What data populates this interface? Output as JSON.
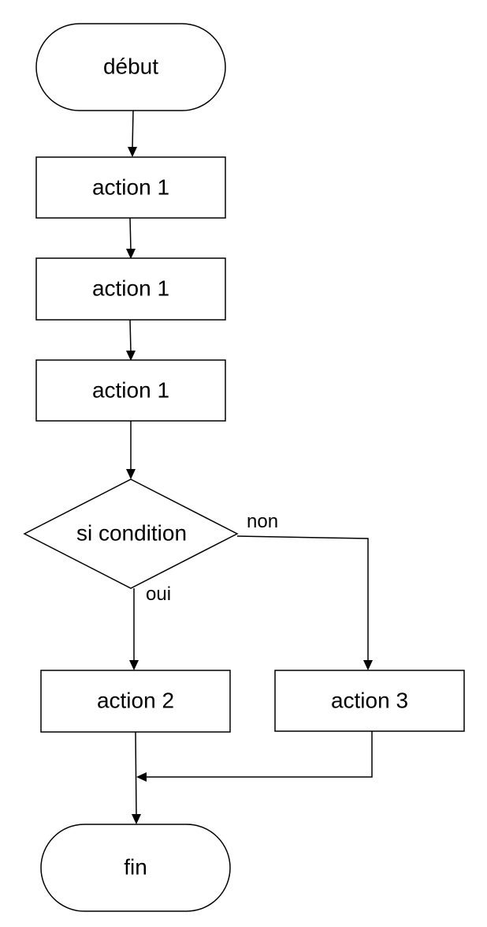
{
  "nodes": {
    "start": "début",
    "action1a": "action 1",
    "action1b": "action 1",
    "action1c": "action 1",
    "decision": "si condition",
    "action2": "action 2",
    "action3": "action 3",
    "end": "fin"
  },
  "edge_labels": {
    "no_branch": "non",
    "yes_branch": "oui"
  }
}
